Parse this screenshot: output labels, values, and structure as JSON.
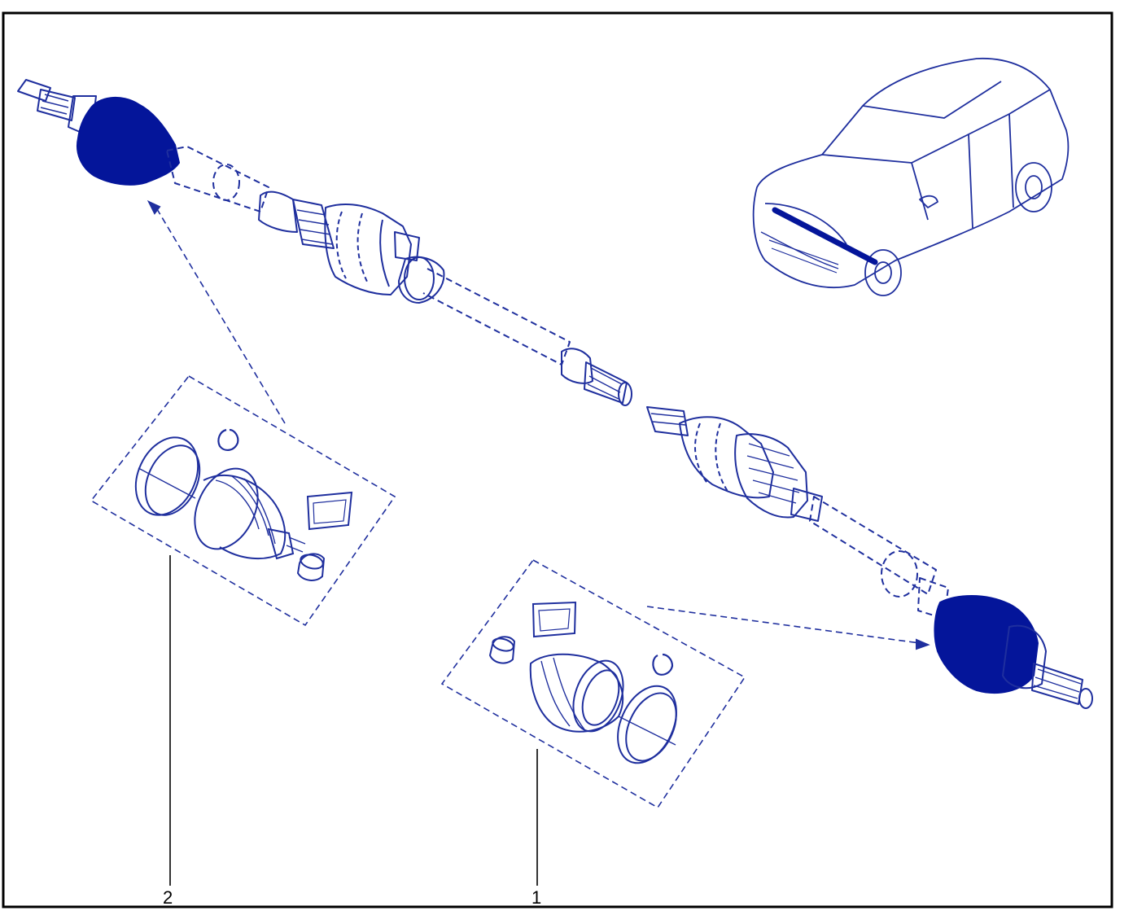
{
  "colors": {
    "line": "#1f2f9e",
    "fill": "#04159a",
    "frame": "#000000",
    "background": "#ffffff"
  },
  "callouts": [
    {
      "number": "2",
      "part": "inner-joint-boot-kit"
    },
    {
      "number": "1",
      "part": "outer-joint-boot-kit"
    }
  ]
}
